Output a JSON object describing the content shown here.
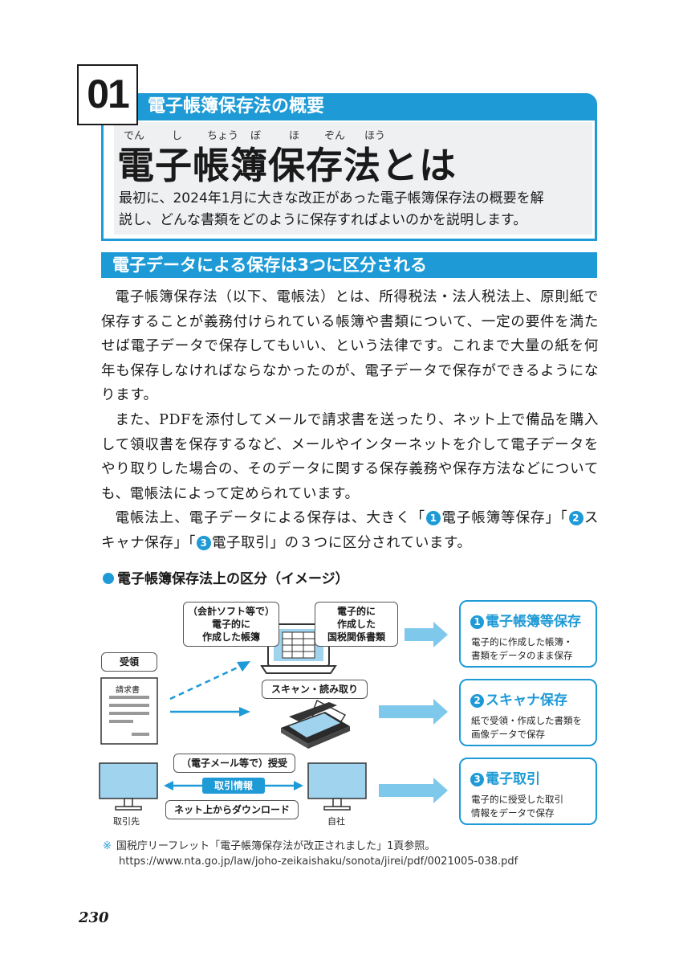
{
  "chapter": {
    "number": "01",
    "category": "電子帳簿保存法の概要",
    "ruby": [
      "でん",
      "し",
      "ちょう",
      "ぼ",
      "ほ",
      "ぞん",
      "ほう"
    ],
    "title": "電子帳簿保存法とは",
    "lead_line1": "最初に、2024年1月に大きな改正があった電子帳簿保存法の概要を解",
    "lead_line2": "説し、どんな書類をどのように保存すればよいのかを説明します。"
  },
  "section": {
    "heading": "電子データによる保存は3つに区分される",
    "p1": "電子帳簿保存法（以下、電帳法）とは、所得税法・法人税法上、原則紙で保存することが義務付けられている帳簿や書類について、一定の要件を満たせば電子データで保存してもいい、という法律です。これまで大量の紙を何年も保存しなければならなかったのが、電子データで保存ができるようになります。",
    "p2": "また、PDFを添付してメールで請求書を送ったり、ネット上で備品を購入して領収書を保存するなど、メールやインターネットを介して電子データをやり取りした場合の、そのデータに関する保存義務や保存方法などについても、電帳法によって定められています。",
    "p3_a": "電帳法上、電子データによる保存は、大きく「",
    "p3_b": "電子帳簿等保存」「",
    "p3_c": "スキャナ保存」「",
    "p3_d": "電子取引」の３つに区分されています。",
    "mark1": "1",
    "mark2": "2",
    "mark3": "3"
  },
  "diagram": {
    "title": "電子帳簿保存法上の区分（イメージ）",
    "box_software": "（会計ソフト等で）\n電子的に\n作成した帳簿",
    "box_electronic": "電子的に\n作成した\n国税関係書類",
    "box_received": "受領",
    "invoice_label": "請求書",
    "box_scan": "スキャン・読み取り",
    "box_email": "（電子メール等で）授受",
    "box_trade_info": "取引情報",
    "box_download": "ネット上からダウンロード",
    "label_partner": "取引先",
    "label_self": "自社",
    "categories": [
      {
        "mark": "1",
        "title": "電子帳簿等保存",
        "desc": "電子的に作成した帳簿・\n書類をデータのまま保存"
      },
      {
        "mark": "2",
        "title": "スキャナ保存",
        "desc": "紙で受領・作成した書類を\n画像データで保存"
      },
      {
        "mark": "3",
        "title": "電子取引",
        "desc": "電子的に授受した取引\n情報をデータで保存"
      }
    ],
    "colors": {
      "accent": "#1e9ad6",
      "light": "#7ec8ec",
      "screen": "#9fd3ee"
    }
  },
  "note": {
    "mark": "※",
    "line1": "国税庁リーフレット「電子帳簿保存法が改正されました」1頁参照。",
    "line2": "https://www.nta.go.jp/law/joho-zeikaishaku/sonota/jirei/pdf/0021005-038.pdf"
  },
  "page_number": "230"
}
